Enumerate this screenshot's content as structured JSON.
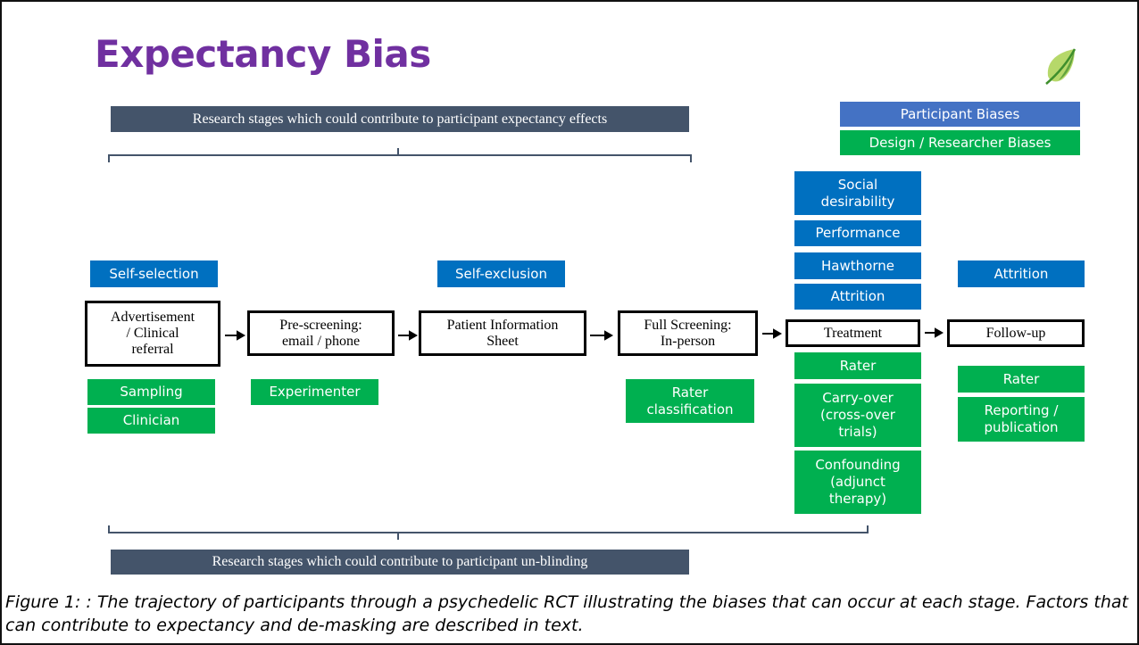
{
  "title": "Expectancy Bias",
  "banners": {
    "top": "Research stages which could contribute to participant expectancy effects",
    "bottom": "Research stages which could contribute to participant un-blinding"
  },
  "legend": {
    "participant": "Participant Biases",
    "design": "Design / Researcher Biases"
  },
  "stages": {
    "advertisement": "Advertisement\n/ Clinical\nreferral",
    "prescreening": "Pre-screening:\nemail / phone",
    "pis": "Patient Information\nSheet",
    "fullscreening": "Full Screening:\nIn-person",
    "treatment": "Treatment",
    "followup": "Follow-up"
  },
  "participant_biases": {
    "self_selection": "Self-selection",
    "self_exclusion": "Self-exclusion",
    "social_desirability": "Social desirability",
    "performance": "Performance",
    "hawthorne": "Hawthorne",
    "attrition_treatment": "Attrition",
    "attrition_followup": "Attrition"
  },
  "design_biases": {
    "sampling": "Sampling",
    "clinician": "Clinician",
    "experimenter": "Experimenter",
    "rater_classification": "Rater classification",
    "rater_treatment": "Rater",
    "carry_over": "Carry-over (cross-over trials)",
    "confounding": "Confounding (adjunct therapy)",
    "rater_followup": "Rater",
    "reporting": "Reporting / publication"
  },
  "caption": "Figure 1: : The trajectory of participants through a psychedelic RCT illustrating the biases that can occur at each stage. Factors that can contribute to expectancy and de-masking are described in text.",
  "colors": {
    "title": "#7030a0",
    "banner": "#44546a",
    "participant_bias": "#0070c0",
    "participant_legend": "#4472c4",
    "design_bias": "#00b050",
    "leaf_light": "#b6d86a",
    "leaf_dark": "#3f8f2c"
  },
  "icons": {
    "logo": "green-leaf-icon"
  }
}
